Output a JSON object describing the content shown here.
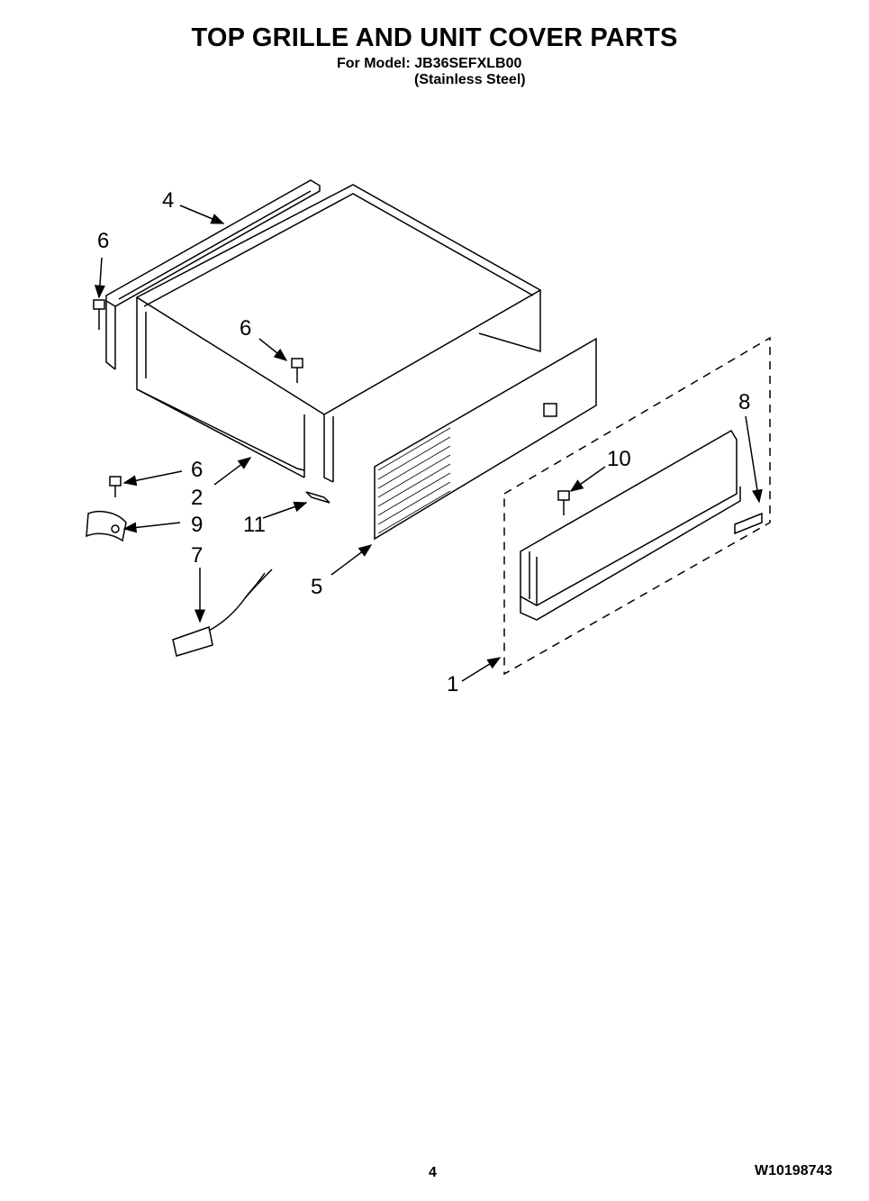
{
  "header": {
    "title": "TOP GRILLE AND UNIT COVER PARTS",
    "model_line": "For Model: JB36SEFXLB00",
    "variant_line": "(Stainless Steel)"
  },
  "callouts": {
    "c1": "1",
    "c2": "2",
    "c4": "4",
    "c5": "5",
    "c6a": "6",
    "c6b": "6",
    "c6c": "6",
    "c7": "7",
    "c8": "8",
    "c9": "9",
    "c10": "10",
    "c11": "11"
  },
  "footer": {
    "page_number": "4",
    "document_number": "W10198743"
  }
}
